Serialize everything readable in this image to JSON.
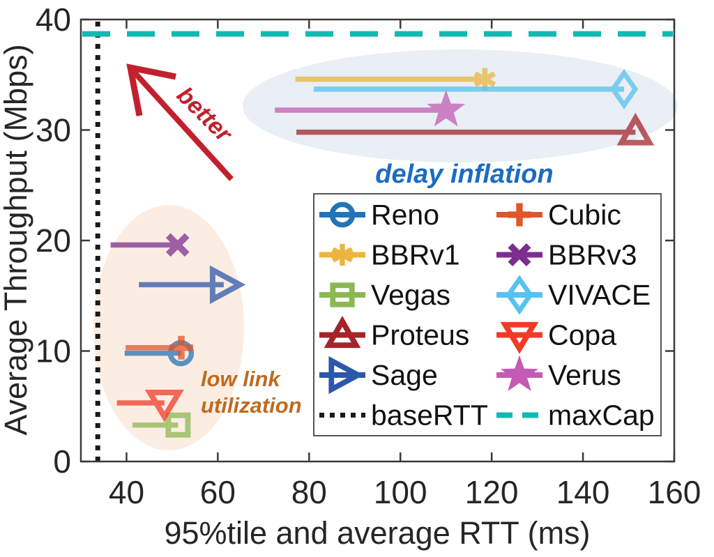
{
  "chart_data": {
    "type": "line",
    "title": "",
    "xlabel": "95%tile and average RTT (ms)",
    "ylabel": "Average Throughput (Mbps)",
    "xlim": [
      30,
      160
    ],
    "ylim": [
      0,
      40
    ],
    "x_ticks": [
      "40",
      "60",
      "80",
      "100",
      "120",
      "140",
      "160"
    ],
    "y_ticks": [
      "0",
      "10",
      "20",
      "30",
      "40"
    ],
    "grid": false,
    "legend_position": "inside-bottom-right",
    "series": [
      {
        "name": "Reno",
        "marker": "circle",
        "color": "#2273B8",
        "avg_rtt_ms": 39.6,
        "p95_rtt_ms": 51.9,
        "throughput_mbps": 9.8
      },
      {
        "name": "Cubic",
        "marker": "plus",
        "color": "#E0552B",
        "avg_rtt_ms": 39.8,
        "p95_rtt_ms": 52.0,
        "throughput_mbps": 10.3
      },
      {
        "name": "BBRv1",
        "marker": "asterisk",
        "color": "#EBB440",
        "avg_rtt_ms": 77.0,
        "p95_rtt_ms": 118.5,
        "throughput_mbps": 34.6
      },
      {
        "name": "BBRv3",
        "marker": "x",
        "color": "#7B2E8F",
        "avg_rtt_ms": 36.5,
        "p95_rtt_ms": 51.2,
        "throughput_mbps": 19.6
      },
      {
        "name": "Vegas",
        "marker": "square",
        "color": "#8CB854",
        "avg_rtt_ms": 41.3,
        "p95_rtt_ms": 51.3,
        "throughput_mbps": 3.3
      },
      {
        "name": "VIVACE",
        "marker": "diamond",
        "color": "#56C2EF",
        "avg_rtt_ms": 81.0,
        "p95_rtt_ms": 149.0,
        "throughput_mbps": 33.7
      },
      {
        "name": "Proteus",
        "marker": "triangle-up",
        "color": "#A32429",
        "avg_rtt_ms": 77.2,
        "p95_rtt_ms": 151.5,
        "throughput_mbps": 29.8
      },
      {
        "name": "Copa",
        "marker": "triangle-down",
        "color": "#F23A28",
        "avg_rtt_ms": 37.9,
        "p95_rtt_ms": 48.3,
        "throughput_mbps": 5.3
      },
      {
        "name": "Sage",
        "marker": "triangle-right",
        "color": "#2C57AB",
        "avg_rtt_ms": 42.7,
        "p95_rtt_ms": 61.3,
        "throughput_mbps": 16.0
      },
      {
        "name": "Verus",
        "marker": "star",
        "color": "#C35BB4",
        "avg_rtt_ms": 72.5,
        "p95_rtt_ms": 110.0,
        "throughput_mbps": 31.8
      }
    ],
    "reference_lines": {
      "baseRTT": {
        "label": "baseRTT",
        "orientation": "vertical",
        "rtt_ms": 33.7,
        "style": "dotted",
        "color": "#1A1A1A"
      },
      "maxCap": {
        "label": "maxCap",
        "orientation": "horizontal",
        "mbps": 38.7,
        "style": "dashed",
        "color": "#12B9B1"
      }
    },
    "legend_columns": [
      [
        "Reno",
        "BBRv1",
        "Vegas",
        "Proteus",
        "Sage",
        "baseRTT"
      ],
      [
        "Cubic",
        "BBRv3",
        "VIVACE",
        "Copa",
        "Verus",
        "maxCap"
      ]
    ],
    "annotations": {
      "better": {
        "text": "better",
        "color": "#C2202E",
        "rotation_deg": 45
      },
      "delay_inflation": {
        "text": "delay inflation",
        "color": "#1B6CC0"
      },
      "low_link": {
        "text": "low link utilization",
        "line1": "low link",
        "line2": "utilization",
        "color": "#BF6A1E"
      }
    }
  }
}
